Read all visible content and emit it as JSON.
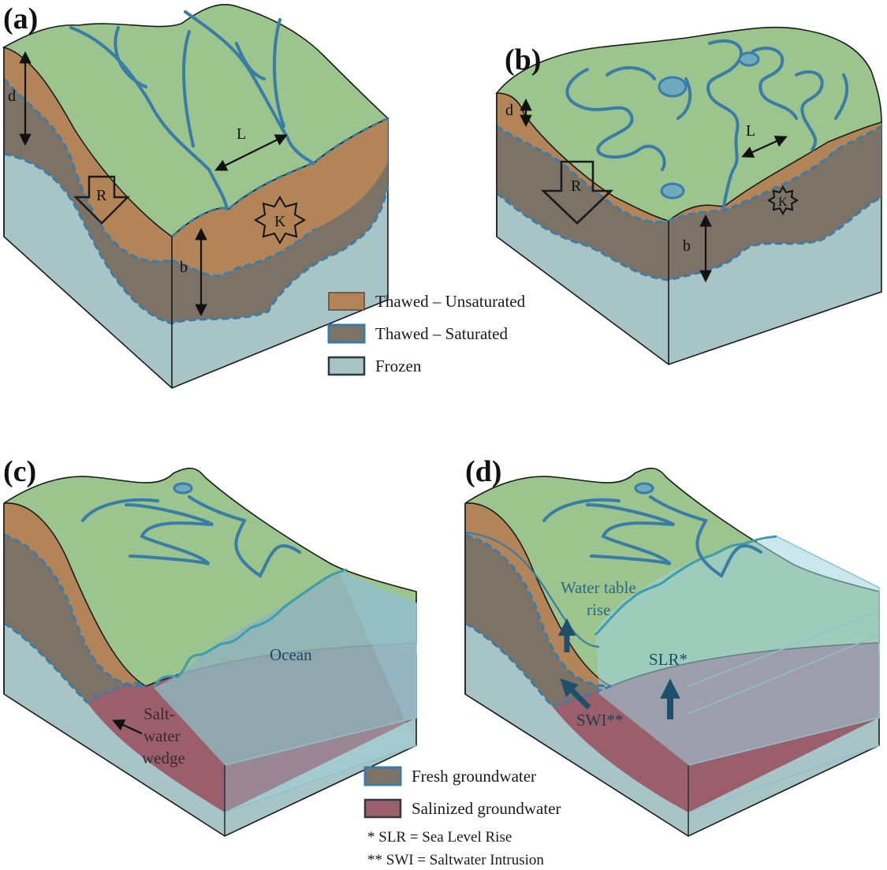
{
  "panels": {
    "a": {
      "label": "(a)",
      "symbols": {
        "d": "d",
        "R": "R",
        "L": "L",
        "K": "K",
        "b": "b"
      }
    },
    "b": {
      "label": "(b)",
      "symbols": {
        "d": "d",
        "R": "R",
        "L": "L",
        "K": "K",
        "b": "b"
      }
    },
    "c": {
      "label": "(c)",
      "ocean": "Ocean",
      "saltwater_wedge": [
        "Salt-",
        "water",
        "wedge"
      ]
    },
    "d": {
      "label": "(d)",
      "water_table_rise": [
        "Water table",
        "rise"
      ],
      "slr": "SLR*",
      "swi": "SWI**"
    }
  },
  "legend_top": [
    {
      "label": "Thawed – Unsaturated",
      "fill": "#b38457",
      "stroke": "#5a4a3a"
    },
    {
      "label": "Thawed – Saturated",
      "fill": "#7d7266",
      "stroke": "#3a7ca8"
    },
    {
      "label": "Frozen",
      "fill": "#a7c5c6",
      "stroke": "#2f3b40"
    }
  ],
  "legend_bottom": [
    {
      "label": "Fresh groundwater",
      "fill": "#7d7266",
      "stroke": "#3a7ca8"
    },
    {
      "label": "Salinized groundwater",
      "fill": "#9a5f6a",
      "stroke": "#2f3b40"
    }
  ],
  "notes": [
    "* SLR = Sea Level Rise",
    "** SWI = Saltwater Intrusion"
  ],
  "colors": {
    "surface": "#9cc48d",
    "unsaturated": "#b38457",
    "saturated": "#7d7266",
    "frozen": "#a7c5c6",
    "salinized": "#9a5f6a",
    "stream": "#3a7ca8",
    "ocean": "#9fd3e0",
    "outline": "#1b1b1b"
  }
}
